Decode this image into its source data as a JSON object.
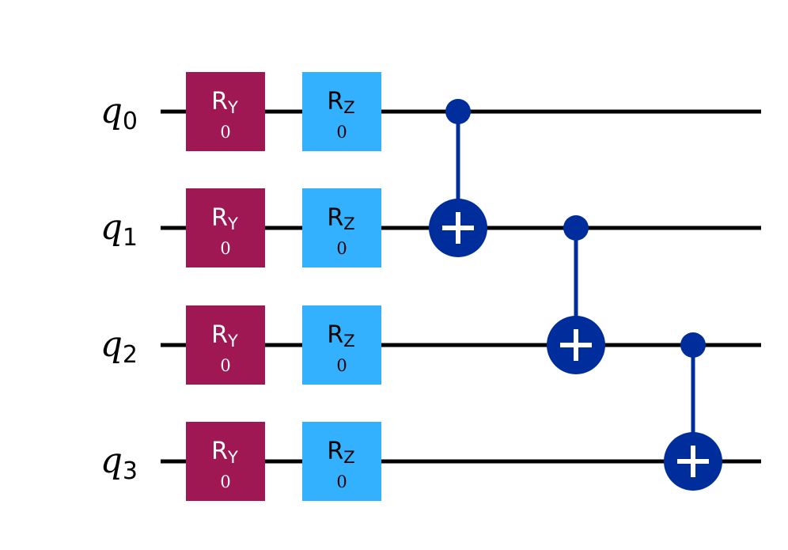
{
  "qubits": [
    {
      "name": "q",
      "index": "0"
    },
    {
      "name": "q",
      "index": "1"
    },
    {
      "name": "q",
      "index": "2"
    },
    {
      "name": "q",
      "index": "3"
    }
  ],
  "gates": [
    {
      "type": "RY",
      "symbol": "R",
      "subscript": "Y",
      "param": "0",
      "qubit": 0,
      "column": 0
    },
    {
      "type": "RY",
      "symbol": "R",
      "subscript": "Y",
      "param": "0",
      "qubit": 1,
      "column": 0
    },
    {
      "type": "RY",
      "symbol": "R",
      "subscript": "Y",
      "param": "0",
      "qubit": 2,
      "column": 0
    },
    {
      "type": "RY",
      "symbol": "R",
      "subscript": "Y",
      "param": "0",
      "qubit": 3,
      "column": 0
    },
    {
      "type": "RZ",
      "symbol": "R",
      "subscript": "Z",
      "param": "0",
      "qubit": 0,
      "column": 1
    },
    {
      "type": "RZ",
      "symbol": "R",
      "subscript": "Z",
      "param": "0",
      "qubit": 1,
      "column": 1
    },
    {
      "type": "RZ",
      "symbol": "R",
      "subscript": "Z",
      "param": "0",
      "qubit": 2,
      "column": 1
    },
    {
      "type": "RZ",
      "symbol": "R",
      "subscript": "Z",
      "param": "0",
      "qubit": 3,
      "column": 1
    }
  ],
  "cnots": [
    {
      "control": 0,
      "target": 1,
      "column": 2
    },
    {
      "control": 1,
      "target": 2,
      "column": 3
    },
    {
      "control": 2,
      "target": 3,
      "column": 4
    }
  ],
  "colors": {
    "wire": "#000000",
    "ry_fill": "#9f1853",
    "rz_fill": "#33b1ff",
    "gate_text": "#ffffff",
    "rz_text": "#000000",
    "cnot": "#002d9c",
    "cnot_symbol": "#ffffff"
  }
}
